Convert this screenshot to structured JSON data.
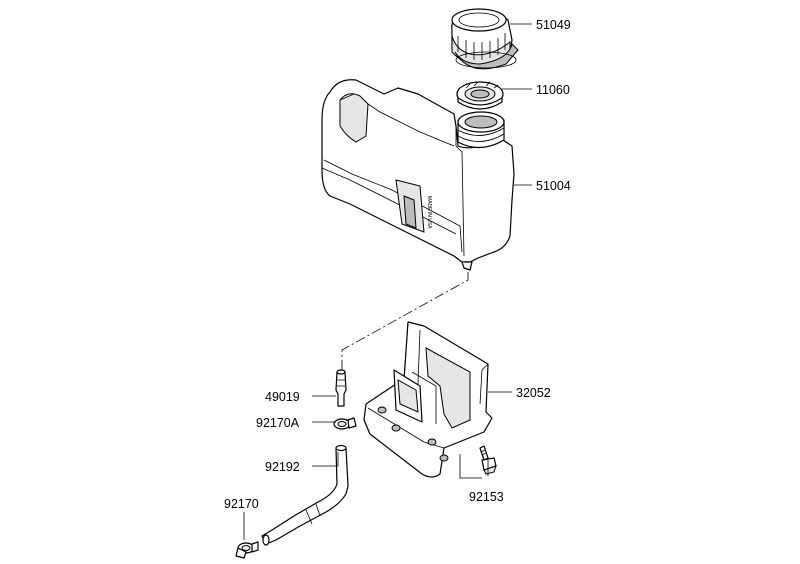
{
  "diagram": {
    "parts": [
      {
        "number": "51049",
        "name": "fuel-cap"
      },
      {
        "number": "11060",
        "name": "cap-gasket"
      },
      {
        "number": "51004",
        "name": "fuel-tank"
      },
      {
        "number": "32052",
        "name": "tank-bracket"
      },
      {
        "number": "49019",
        "name": "fuel-filter"
      },
      {
        "number": "92170A",
        "name": "hose-clamp-upper"
      },
      {
        "number": "92192",
        "name": "fuel-hose"
      },
      {
        "number": "92153",
        "name": "bolt"
      },
      {
        "number": "92170",
        "name": "hose-clamp-lower"
      }
    ],
    "embossed_text": "MADE IN USA"
  }
}
